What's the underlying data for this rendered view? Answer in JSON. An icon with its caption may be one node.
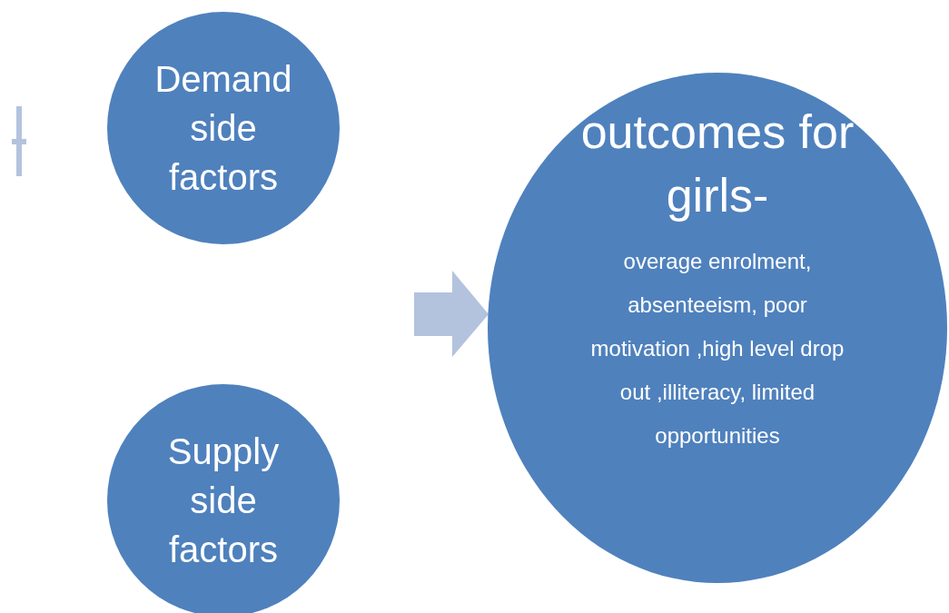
{
  "diagram": {
    "nodes": [
      {
        "text": [
          "Demand side factors"
        ]
      },
      {
        "text": [
          "Supply side factors"
        ]
      },
      {
        "text": [
          "outcomes for girls-",
          "overage  enrolment, absenteeism, poor motivation ,high level drop out ,illiteracy, limited opportunities"
        ]
      }
    ],
    "edges": [
      {
        "from": null,
        "to": 2,
        "arrow": "to"
      }
    ]
  }
}
